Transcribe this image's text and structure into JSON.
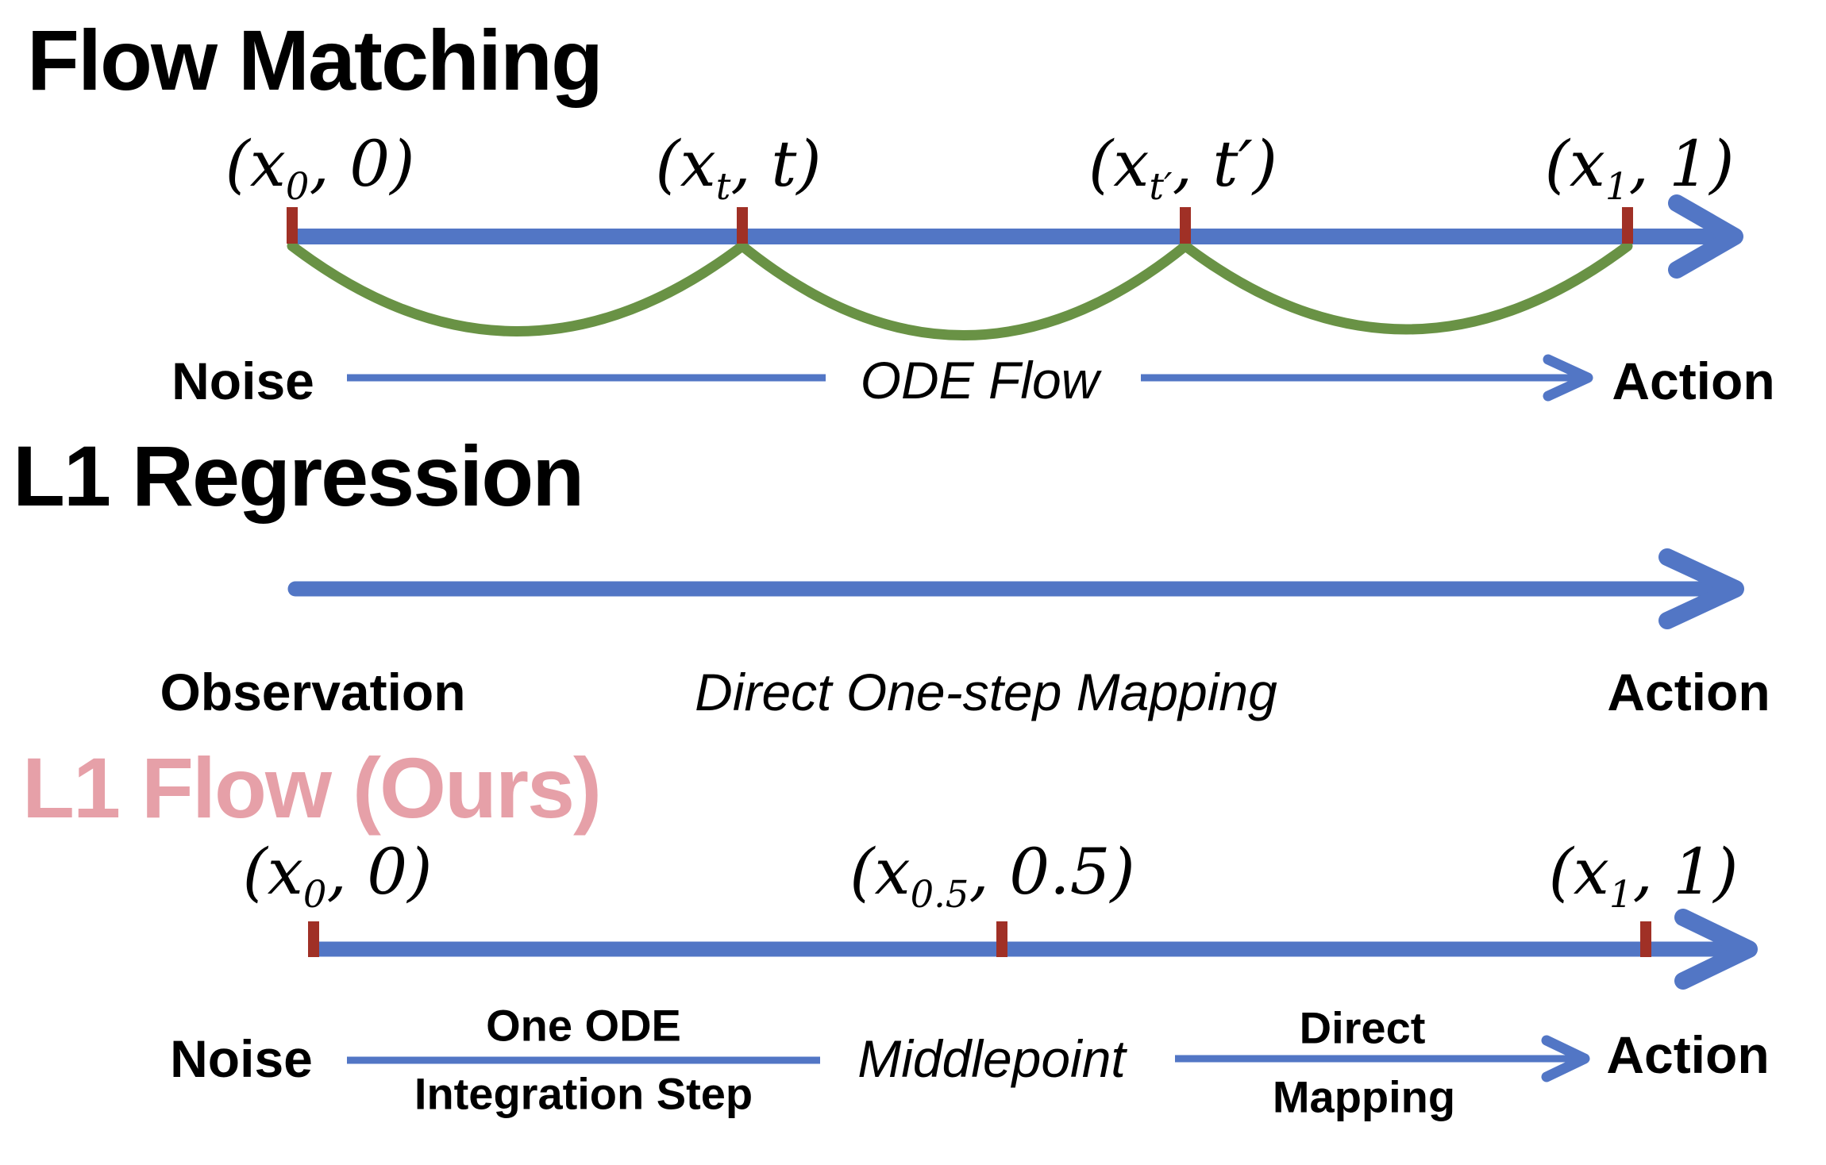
{
  "colors": {
    "blue": "#5276c5",
    "green": "#699245",
    "red": "#a03026",
    "pink": "#e6a0a8",
    "ink": "#000000"
  },
  "flow_matching": {
    "title": "Flow Matching",
    "points": [
      {
        "pre": "(x",
        "sub": "0",
        "post": ", 0)"
      },
      {
        "pre": "(x",
        "sub": "t",
        "post": ", t)"
      },
      {
        "pre": "(x",
        "sub": "t′",
        "post": ", t′)"
      },
      {
        "pre": "(x",
        "sub": "1",
        "post": ", 1)"
      }
    ],
    "row": {
      "left": "Noise",
      "middle": "ODE Flow",
      "right": "Action"
    }
  },
  "l1_regression": {
    "title": "L1 Regression",
    "row": {
      "left": "Observation",
      "middle": "Direct One-step Mapping",
      "right": "Action"
    }
  },
  "l1_flow": {
    "title": "L1 Flow (Ours)",
    "points": [
      {
        "pre": "(x",
        "sub": "0",
        "post": ", 0)"
      },
      {
        "pre": "(x",
        "sub": "0.5",
        "post": ", 0.5)"
      },
      {
        "pre": "(x",
        "sub": "1",
        "post": ", 1)"
      }
    ],
    "row": {
      "left": "Noise",
      "seg1_top": "One ODE",
      "seg1_bottom": "Integration Step",
      "middle": "Middlepoint",
      "seg2_top": "Direct",
      "seg2_bottom": "Mapping",
      "right": "Action"
    }
  }
}
